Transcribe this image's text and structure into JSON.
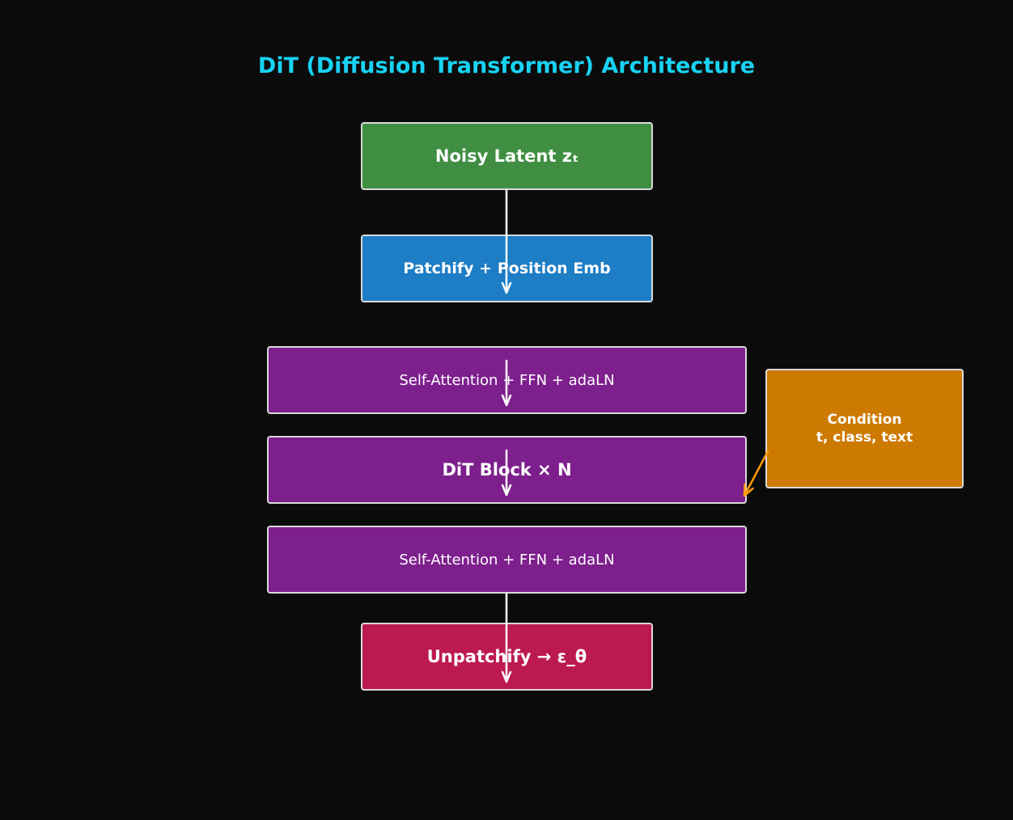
{
  "title": "DiT (Diffusion Transformer) Architecture",
  "nodes": {
    "noisy_latent": "Noisy Latent zₜ",
    "patchify": "Patchify + Position Emb",
    "self_attention_top": "Self-Attention + FFN + adaLN",
    "dit_block": "DiT Block × N",
    "self_attention_bottom": "Self-Attention + FFN + adaLN",
    "unpatchify": "Unpatchify → ε_θ",
    "condition": {
      "line1": "Condition",
      "line2": "t, class, text"
    }
  },
  "colors": {
    "background": "#0b0b0b",
    "title": "#18d2f2",
    "noisy_latent": "#3f8e42",
    "patchify": "#1d7dc5",
    "dit": "#7d1f8d",
    "unpatchify": "#bc1a4f",
    "condition": "#cd7a01",
    "flow_arrow": "#ffffff",
    "condition_arrow": "#ff9a0a"
  }
}
